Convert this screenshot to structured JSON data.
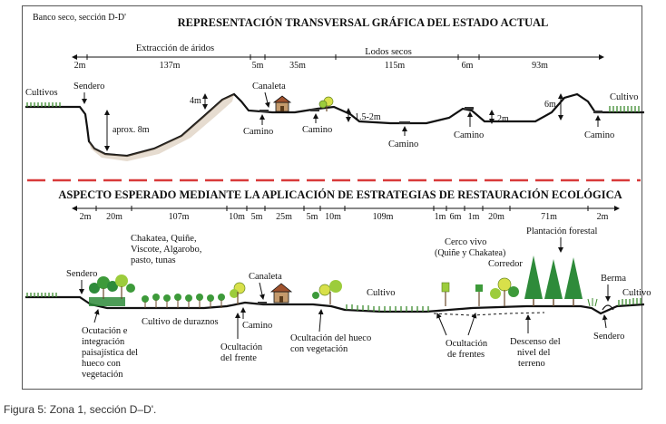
{
  "caption": "Figura 5: Zona 1, sección D–D'.",
  "top": {
    "corner_label": "Banco seco, sección D-D'",
    "title": "REPRESENTACIÓN TRANSVERSAL GRÁFICA DEL ESTADO ACTUAL",
    "group_extraccion": "Extracción de áridos",
    "group_lodos": "Lodos secos",
    "distances": [
      "2m",
      "137m",
      "5m",
      "35m",
      "115m",
      "6m",
      "93m"
    ],
    "labels": {
      "cultivos": "Cultivos",
      "sendero": "Sendero",
      "aprox": "aprox. 8m",
      "h4m": "4m",
      "canaleta": "Canaleta",
      "camino1": "Camino",
      "camino2": "Camino",
      "h15": "1.5-2m",
      "camino3": "Camino",
      "camino4": "Camino",
      "h2m": "2m",
      "h6m": "6m",
      "cultivo": "Cultivo",
      "camino5": "Camino"
    }
  },
  "bottom": {
    "title": "ASPECTO ESPERADO MEDIANTE LA APLICACIÓN DE ESTRATEGIAS DE RESTAURACIÓN ECOLÓGICA",
    "distances": [
      "2m",
      "20m",
      "107m",
      "10m",
      "5m",
      "25m",
      "5m",
      "10m",
      "109m",
      "1m",
      "6m",
      "1m",
      "20m",
      "71m",
      "2m"
    ],
    "labels": {
      "species1": "Chakatea, Quiñe,",
      "species2": "Viscote, Algarobo,",
      "species3": "pasto, tunas",
      "sendero": "Sendero",
      "canaleta": "Canaleta",
      "cultivo_duraznos": "Cultivo de duraznos",
      "camino": "Camino",
      "cultivo": "Cultivo",
      "cerco1": "Cerco vivo",
      "cerco2": "(Quiñe y Chakatea)",
      "corredor": "Corredor",
      "plantacion": "Plantación forestal",
      "berma": "Berma",
      "cultivo2": "Cultivo",
      "ocult1": "Ocutación e",
      "ocult2": "integración",
      "ocult3": "paisajística del",
      "ocult4": "hueco con",
      "ocult5": "vegetación",
      "ocfrente1": "Ocultación",
      "ocfrente2": "del frente",
      "ochueco1": "Ocultación del hueco",
      "ochueco2": "con vegetación",
      "ocfrentes1": "Ocultación",
      "ocfrentes2": "de frentes",
      "descenso1": "Descenso del",
      "descenso2": "nivel del",
      "descenso3": "terreno",
      "sendero2": "Sendero"
    }
  },
  "colors": {
    "ground": "#111111",
    "grass": "#3d8b2f",
    "tree_light": "#9ccc3c",
    "tree_dark": "#2e8b3a",
    "divider": "#d83a3a",
    "dust": "#b89a78"
  }
}
